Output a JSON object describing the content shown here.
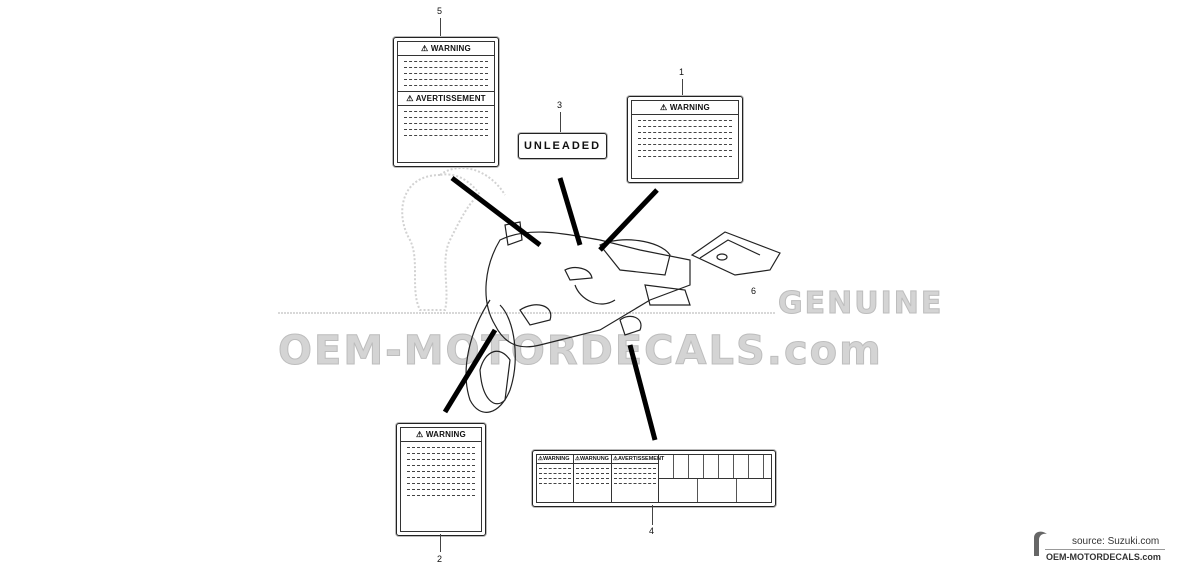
{
  "labels": [
    {
      "number": "1",
      "title": "WARNING"
    },
    {
      "number": "2",
      "title": "WARNING"
    },
    {
      "number": "3",
      "text": "UNLEADED"
    },
    {
      "number": "4",
      "titles": [
        "WARNING",
        "WARNUNG",
        "AVERTISSEMENT"
      ]
    },
    {
      "number": "5",
      "titles": [
        "WARNING",
        "AVERTISSEMENT"
      ]
    },
    {
      "number": "6"
    }
  ],
  "watermark": {
    "main": "OEM-MOTORDECALS.com",
    "badge": "GENUINE"
  },
  "footer": {
    "source": "source: Suzuki.com",
    "brand": "OEM-MOTORDECALS.com"
  },
  "icons": {
    "warning": "warning-triangle-icon"
  }
}
